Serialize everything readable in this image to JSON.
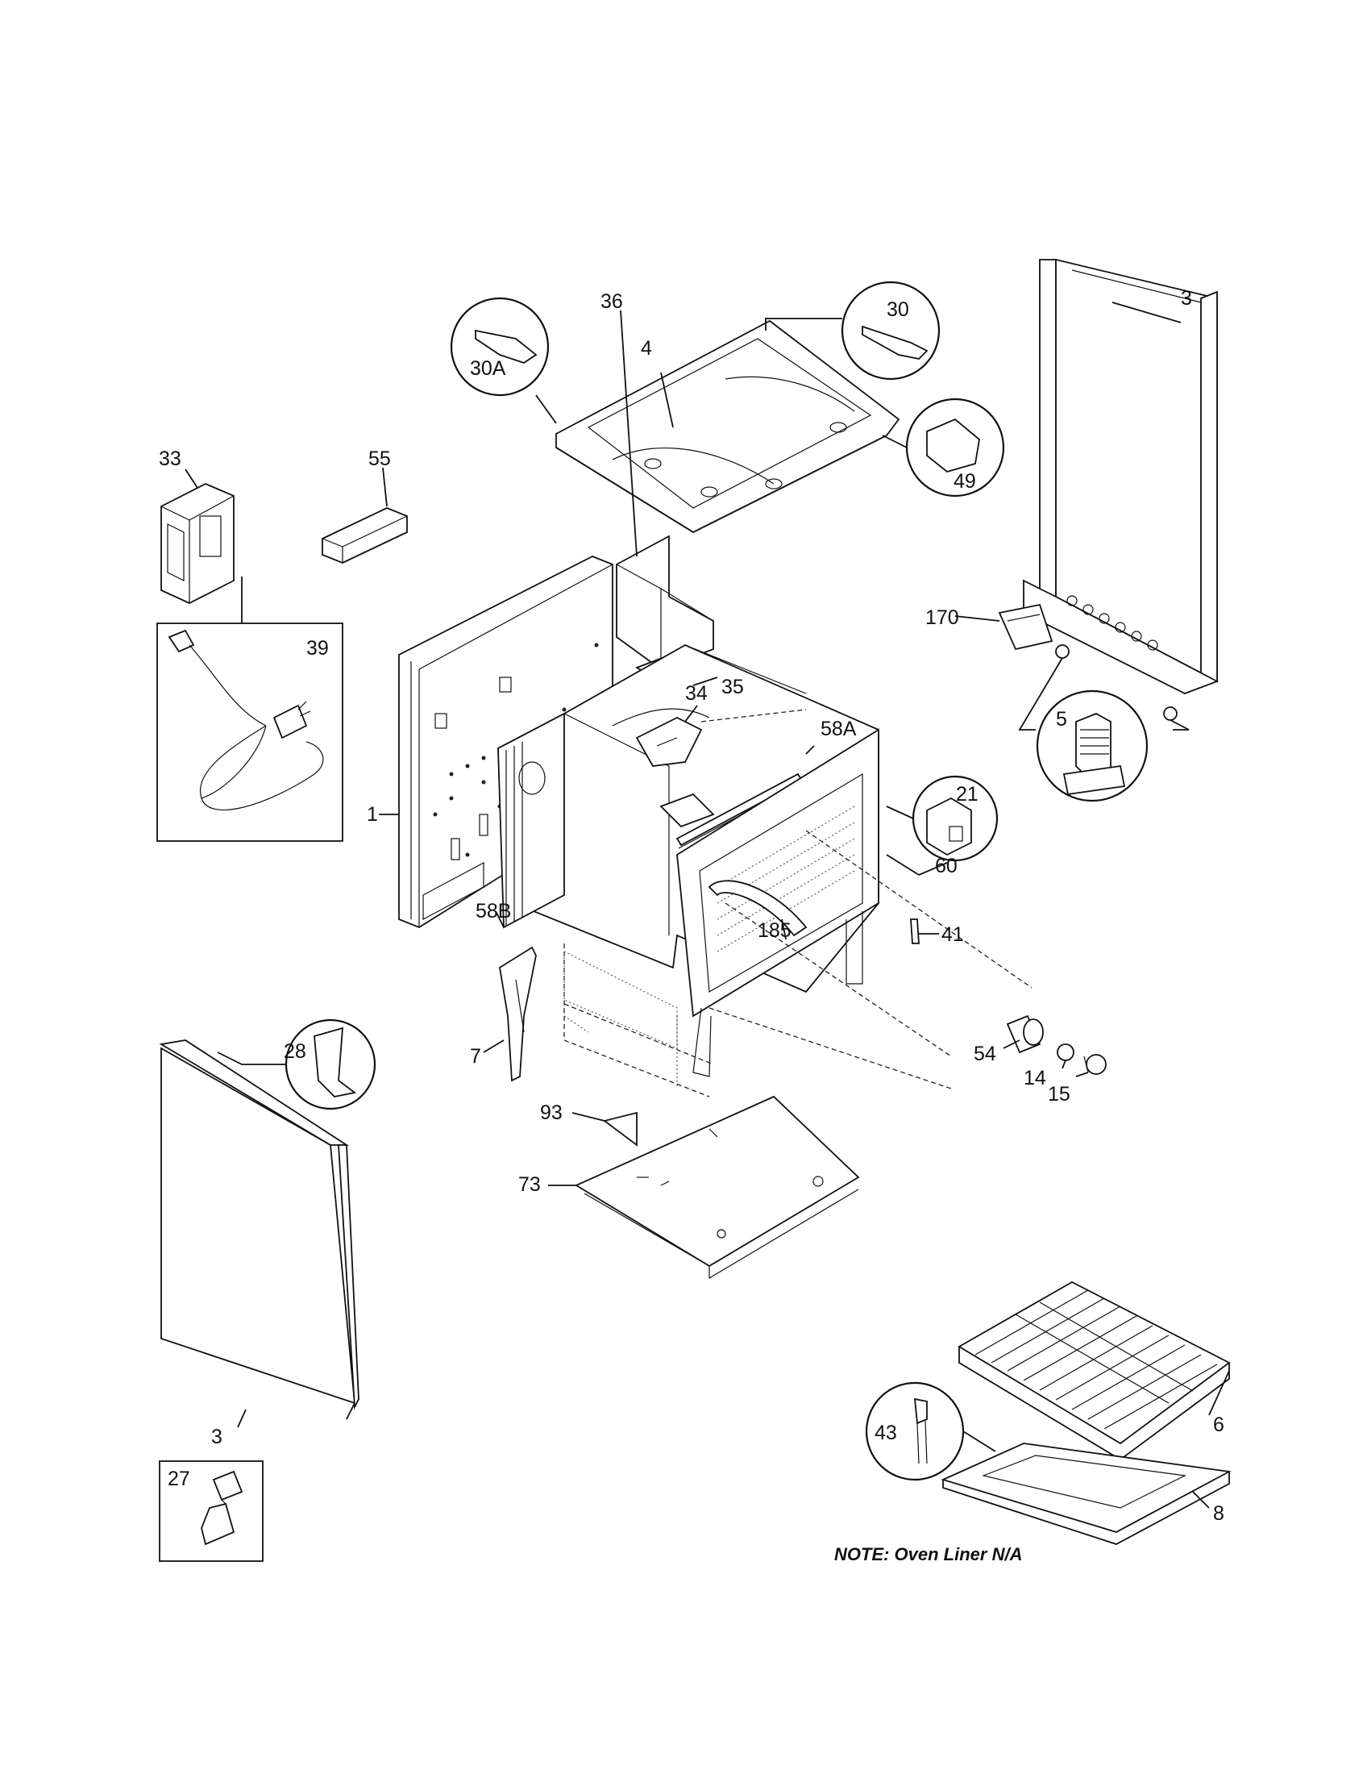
{
  "note": "NOTE: Oven Liner N/A",
  "callouts": {
    "c1": "1",
    "c3a": "3",
    "c3b": "3",
    "c4": "4",
    "c5": "5",
    "c6": "6",
    "c7": "7",
    "c8": "8",
    "c14": "14",
    "c15": "15",
    "c21": "21",
    "c27": "27",
    "c28": "28",
    "c30": "30",
    "c30a": "30A",
    "c33": "33",
    "c34": "34",
    "c35": "35",
    "c36": "36",
    "c39": "39",
    "c41": "41",
    "c43": "43",
    "c49": "49",
    "c54": "54",
    "c55": "55",
    "c58a": "58A",
    "c58b": "58B",
    "c60": "60",
    "c73": "73",
    "c93": "93",
    "c170": "170",
    "c185": "185"
  }
}
